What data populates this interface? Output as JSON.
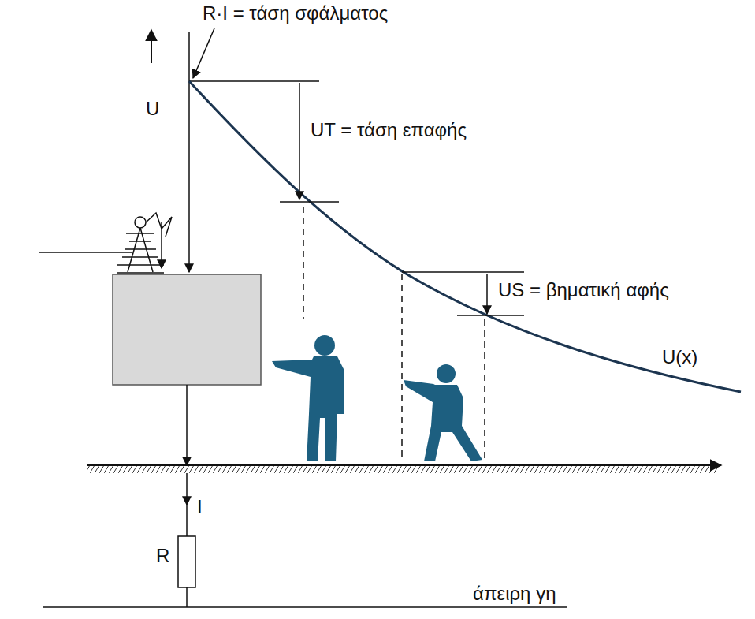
{
  "diagram": {
    "labels": [
      "R·I = τάση σφάλματος",
      "U",
      "UT = τάση επαφής",
      "US = βηματική αφής",
      "U(x)",
      "I",
      "R",
      "άπειρη γη"
    ]
  }
}
